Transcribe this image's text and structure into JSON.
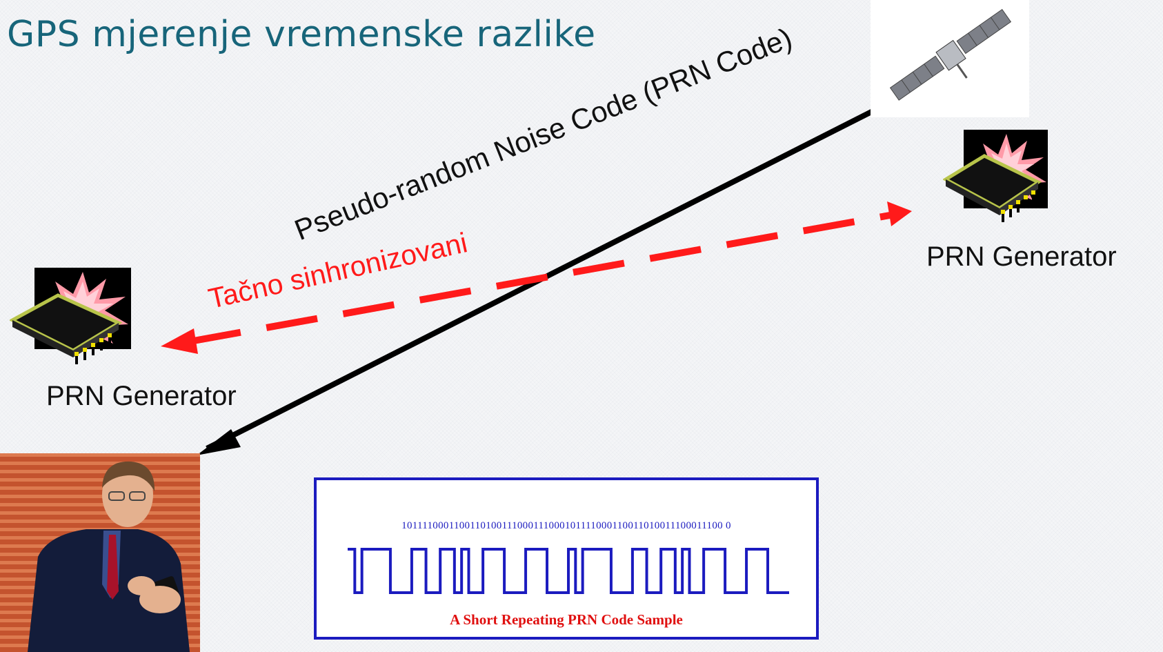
{
  "title": "GPS mjerenje vremenske razlike",
  "prn_generator_left": "PRN Generator",
  "prn_generator_right": "PRN Generator",
  "signal_label": "Pseudo-random Noise Code (PRN Code)",
  "sync_label": "Tačno sinhronizovani",
  "prn_sample": {
    "bits": "1011110001100110100111000111000101111000110011010011100011100 0",
    "caption": "A Short Repeating PRN Code Sample"
  },
  "colors": {
    "title": "#17657a",
    "signal_arrow": "#000000",
    "sync_arrow": "#ff1a1a",
    "sample_box": "#1b1bbf",
    "sample_caption": "#e01010"
  },
  "icons": [
    "satellite-icon",
    "chip-icon",
    "person-photo"
  ]
}
